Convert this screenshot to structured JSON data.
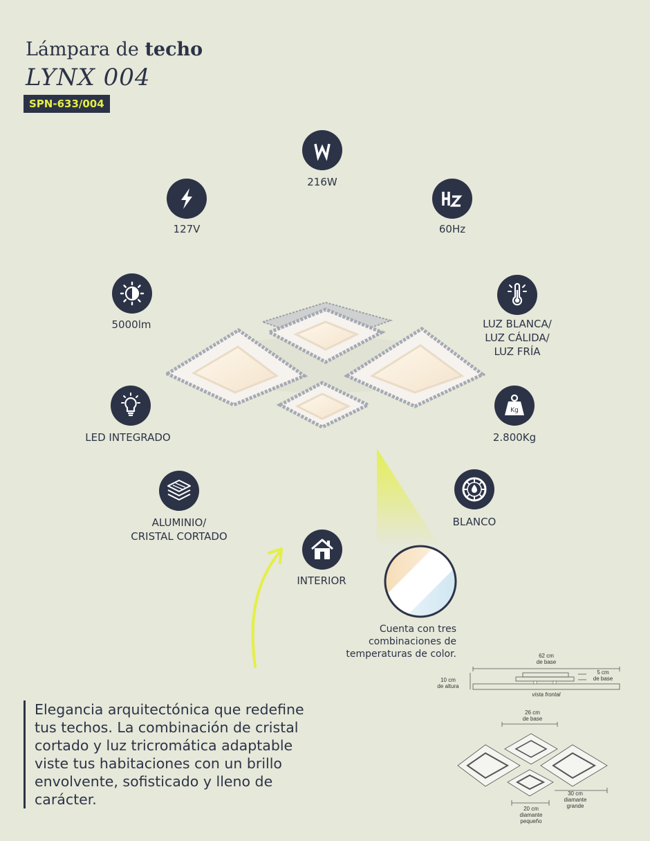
{
  "header": {
    "title_prefix": "Lámpara de ",
    "title_bold": "techo",
    "model": "LYNX 004",
    "sku": "SPN-633/004"
  },
  "specs": {
    "watts": {
      "icon": "watt-icon",
      "label": "216W"
    },
    "voltage": {
      "icon": "lightning-icon",
      "label": "127V"
    },
    "frequency": {
      "icon": "hz-icon",
      "label": "60Hz"
    },
    "lumens": {
      "icon": "brightness-icon",
      "label": "5000lm"
    },
    "light_type": {
      "icon": "thermometer-icon",
      "label": "LUZ BLANCA/\nLUZ CÁLIDA/\nLUZ FRÍA"
    },
    "led": {
      "icon": "lightbulb-icon",
      "label": "LED INTEGRADO"
    },
    "weight": {
      "icon": "weight-icon",
      "label": "2.800Kg",
      "glyph": "Kg"
    },
    "material": {
      "icon": "layers-icon",
      "label": "ALUMINIO/\nCRISTAL CORTADO"
    },
    "color": {
      "icon": "color-wheel-icon",
      "label": "BLANCO"
    },
    "use": {
      "icon": "house-icon",
      "label": "INTERIOR"
    }
  },
  "color_note": "Cuenta con tres\ncombinaciones de\ntemperaturas de color.",
  "description": "Elegancia arquitectónica que redefine\ntus techos. La combinación de cristal\ncortado y luz tricromática adaptable\nviste tus habitaciones con un brillo\nenvolvente, sofisticado y lleno de\ncarácter.",
  "dimensions": {
    "base_width": "62 cm\nde base",
    "height": "10 cm\nde altura",
    "base_small": "5 cm\nde base",
    "front_view": "vista frontal",
    "top_base": "26 cm\nde base",
    "large_diamond": "30 cm\ndiamante\ngrande",
    "small_diamond": "20 cm\ndiamante\npequeño"
  },
  "colors": {
    "navy": "#2c3347",
    "background": "#e6e8d9",
    "accent_yellow": "#e4ef46"
  }
}
